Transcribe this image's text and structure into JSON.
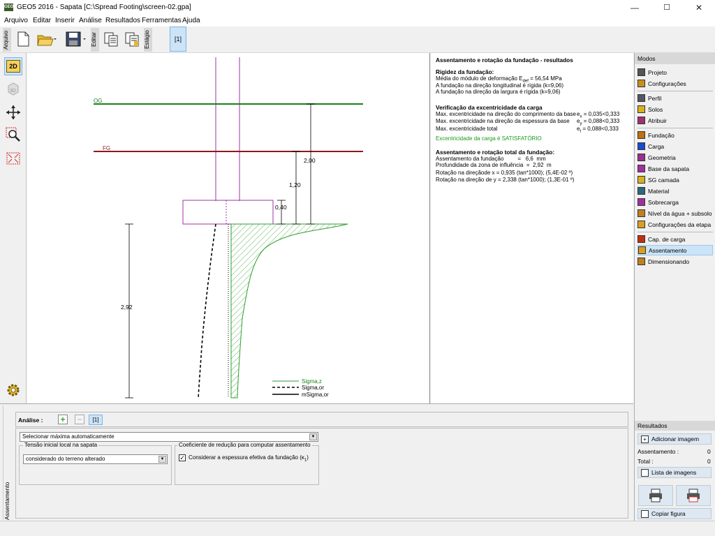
{
  "window": {
    "title": "GEO5 2016 - Sapata  [C:\\Spread Footing\\screen-02.gpa]",
    "app_icon_text": "GEO",
    "minimize": "—",
    "maximize": "☐",
    "close": "✕"
  },
  "menu": [
    "Arquivo",
    "Editar",
    "Inserir",
    "Análise",
    "Resultados",
    "Ferramentas",
    "Ajuda"
  ],
  "toolbar": {
    "arquivo_label": "Arquivo",
    "editar_label": "Editar",
    "estagio_label": "Estágio",
    "stage_label": "[1]"
  },
  "left_tools": {
    "view2d": "2D",
    "view3d": "3D"
  },
  "drawing": {
    "og_label": "OG",
    "fg_label": "FG",
    "dim_200": "2,00",
    "dim_120": "1,20",
    "dim_040": "0,40",
    "dim_292": "2,92",
    "legend": [
      {
        "name": "Sigma,z",
        "style": "green"
      },
      {
        "name": "Sigma,or",
        "style": "dashed"
      },
      {
        "name": "mSigma,or",
        "style": "solid"
      }
    ],
    "colors": {
      "og": "#1a7f1a",
      "fg": "#8b1a1a",
      "footing": "#a030a0",
      "hatch": "#2e9e2e"
    }
  },
  "results": {
    "title": "Assentamento e rotação da fundação - resultados",
    "rigidity_heading": "Rigidez da fundação:",
    "rigidity_lines": [
      "Média do módulo de deformação E",
      "def",
      " = 56,54 MPa"
    ],
    "rig2": "A fundação na direção longitudinal é rígida (k=9,06)",
    "rig3": "A fundação na direção da largura é rígida (k=9,06)",
    "ecc_heading": "Verificação da excentricidade da carga",
    "ecc": [
      {
        "label": "Max. excentricidade na direção do comprimento da base",
        "sym": "e",
        "sub": "x",
        "val": "= 0,035<0,333"
      },
      {
        "label": "Max. excentricidade na direção da espessura da base",
        "sym": "e",
        "sub": "y",
        "val": "= 0,088<0,333"
      },
      {
        "label": "Max. excentricidade total",
        "sym": "e",
        "sub": "t",
        "val": "= 0,088<0,333"
      }
    ],
    "ecc_ok": "Excentricidade da carga é SATISFATÓRIO",
    "settle_heading": "Assentamento e rotação total da fundação:",
    "settle_lines": [
      "Assentamento da fundação         =   6,6  mm",
      "Profundidade da zona de influência  =  2,92  m",
      "Rotação na direçãode x = 0,935 (tan*1000); (5,4E-02 º)",
      "Rotação na direção de y = 2,338 (tan*1000); (1,3E-01 º)"
    ]
  },
  "modes": {
    "title": "Modos",
    "groups": [
      [
        "Projeto",
        "Configurações"
      ],
      [
        "Perfil",
        "Solos",
        "Atribuir"
      ],
      [
        "Fundação",
        "Carga",
        "Geometria",
        "Base da sapata",
        "SG camada",
        "Material",
        "Sobrecarga",
        "Nível da água + subsolo",
        "Configurações da etapa"
      ],
      [
        "Cap. de carga",
        "Assentamento",
        "Dimensionando"
      ]
    ],
    "active": "Assentamento",
    "icons": [
      "project-icon",
      "settings-icon",
      "profile-icon",
      "soils-icon",
      "assign-icon",
      "foundation-icon",
      "load-icon",
      "geometry-icon",
      "footing-base-icon",
      "sand-gravel-icon",
      "material-icon",
      "surcharge-icon",
      "water-icon",
      "stage-settings-icon",
      "bearing-capacity-icon",
      "settlement-icon",
      "dimensioning-icon"
    ]
  },
  "analysis": {
    "label": "Análise :",
    "stage": "[1]",
    "select_value": "Selecionar máxima automaticamente",
    "tension_group": "Tensão inicial local na sapata",
    "tension_value": "considerado do terreno alterado",
    "coef_group": "Coeficiente de redução para computar assentamento",
    "coef_check": "Considerar a espessura efetiva da fundação (κ",
    "coef_sub": "1",
    "coef_close": ")",
    "side_label": "Assentamento"
  },
  "results_box": {
    "title": "Resultados",
    "add_image": "Adicionar imagem",
    "settlement_label": "Assentamento :",
    "settlement_count": "0",
    "total_label": "Total :",
    "total_count": "0",
    "list_images": "Lista de imagens",
    "copy_figure": "Copiar figura"
  }
}
